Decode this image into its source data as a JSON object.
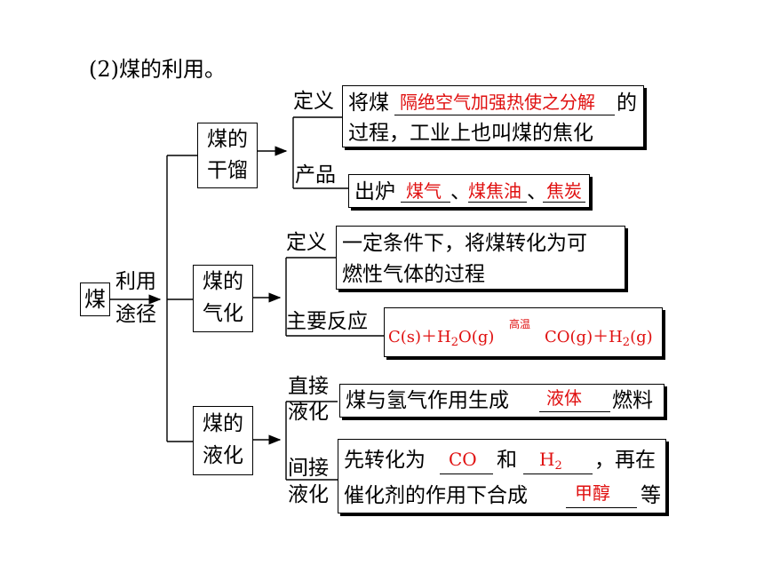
{
  "title": "(2)煤的利用。",
  "root": "煤",
  "root_edge": [
    "利用",
    "途径"
  ],
  "branches": {
    "dry": {
      "label": [
        "煤的",
        "干馏"
      ],
      "def_label": "定义",
      "def_pre": "将煤",
      "def_answer": "隔绝空气加强热使之分解",
      "def_post": "的",
      "def_line2": "过程，工业上也叫煤的焦化",
      "prod_label": "产品",
      "prod_pre": "出炉",
      "prod_answers": [
        "煤气",
        "煤焦油",
        "焦炭"
      ],
      "prod_sep": "、"
    },
    "gas": {
      "label": [
        "煤的",
        "气化"
      ],
      "def_label": "定义",
      "def_line1": "一定条件下，将煤转化为可",
      "def_line2": "燃性气体的过程",
      "react_label": "主要反应",
      "eq_left": "C(s)＋H",
      "eq_sub1": "2",
      "eq_mid": "O(g)",
      "eq_cond": "高温",
      "eq_right": "CO(g)＋H",
      "eq_sub2": "2",
      "eq_end": "(g)"
    },
    "liq": {
      "label": [
        "煤的",
        "液化"
      ],
      "direct_label": [
        "直接",
        "液化"
      ],
      "direct_pre": "煤与氢气作用生成",
      "direct_answer": "液体",
      "direct_post": "燃料",
      "indirect_label": [
        "间接",
        "液化"
      ],
      "ind_pre": "先转化为",
      "ind_answer1": "CO",
      "ind_mid": "和",
      "ind_answer2": "H",
      "ind_answer2_sub": "2",
      "ind_post": "，再在",
      "ind_line2_pre": "催化剂的作用下合成",
      "ind_answer3": "甲醇",
      "ind_line2_post": "等"
    }
  }
}
